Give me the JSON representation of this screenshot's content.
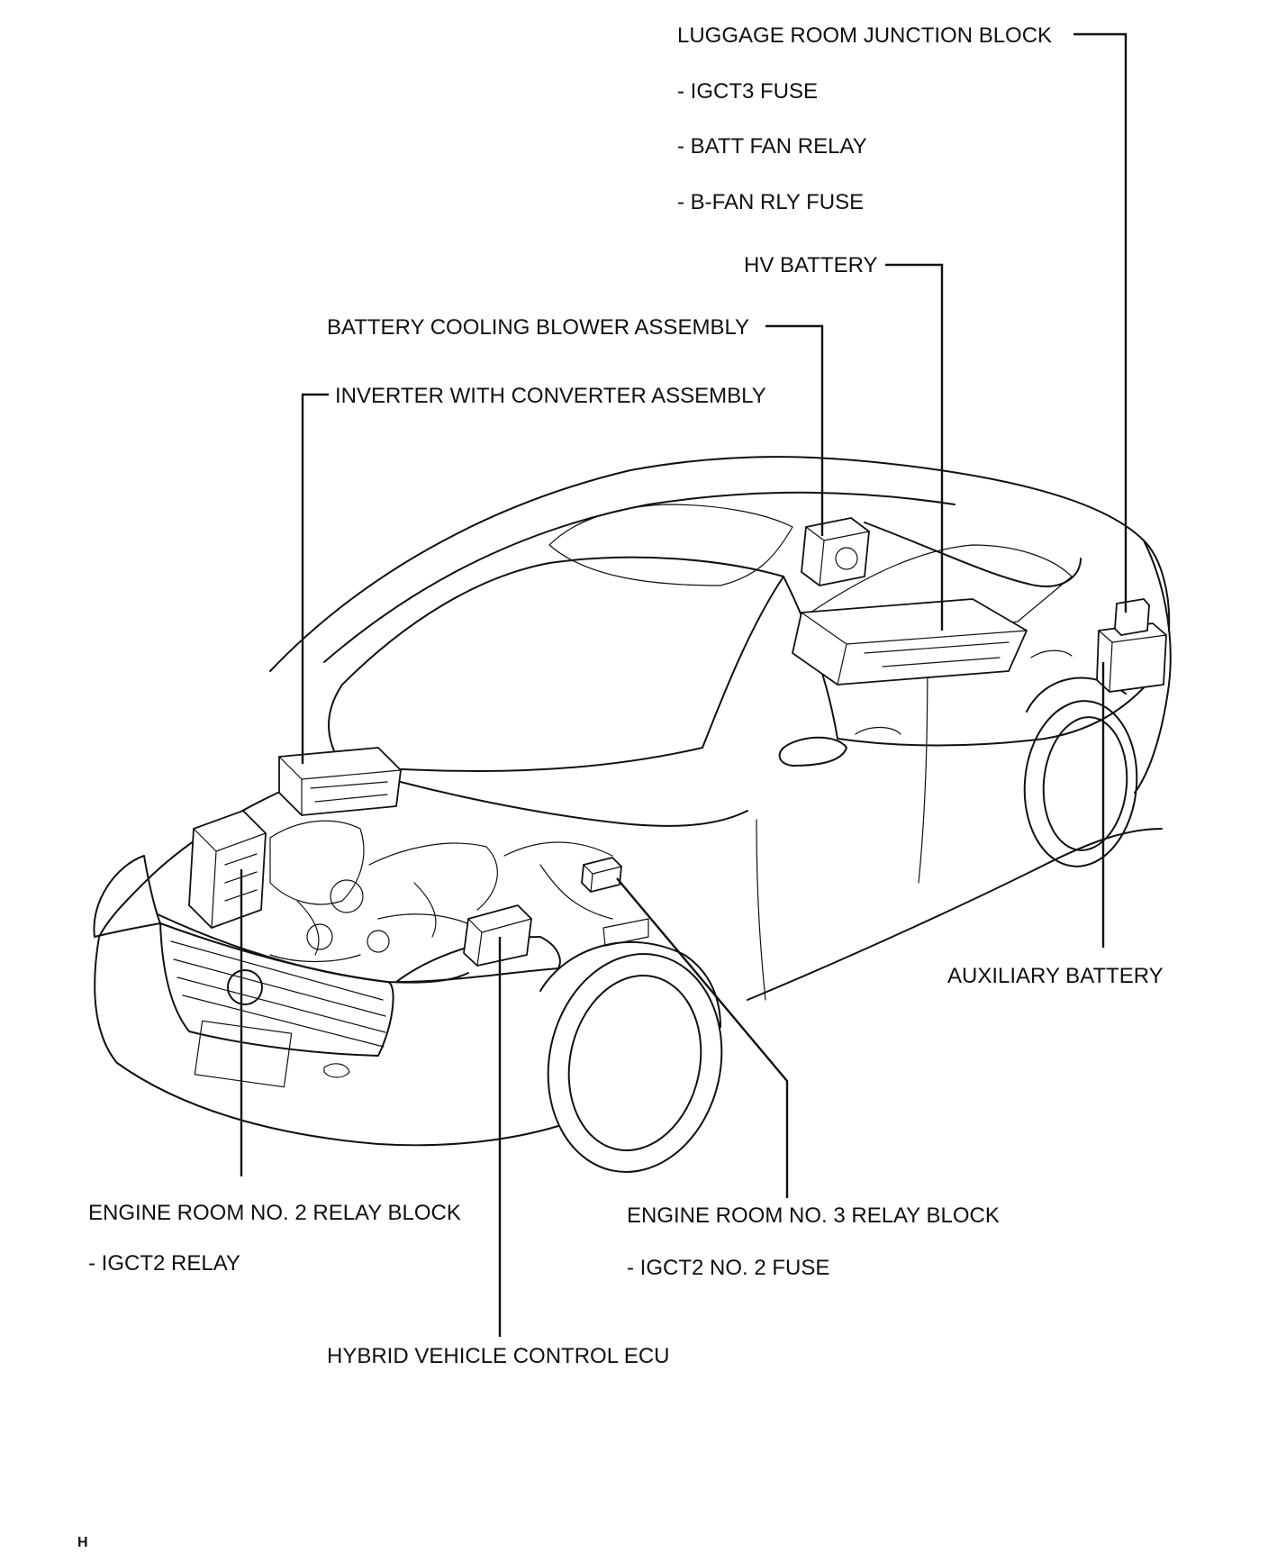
{
  "labels": {
    "luggage_room_junction_block": "LUGGAGE ROOM JUNCTION BLOCK",
    "igct3_fuse": "- IGCT3 FUSE",
    "batt_fan_relay": "- BATT FAN RELAY",
    "b_fan_rly_fuse": "- B-FAN RLY FUSE",
    "hv_battery": "HV BATTERY",
    "battery_cooling_blower_assembly": "BATTERY COOLING BLOWER ASSEMBLY",
    "inverter_with_converter_assembly": "INVERTER WITH CONVERTER ASSEMBLY",
    "auxiliary_battery": "AUXILIARY BATTERY",
    "engine_room_no2_relay_block": "ENGINE ROOM NO. 2 RELAY BLOCK",
    "igct2_relay": "- IGCT2 RELAY",
    "engine_room_no3_relay_block": "ENGINE ROOM NO. 3 RELAY BLOCK",
    "igct2_no2_fuse": "- IGCT2 NO. 2 FUSE",
    "hybrid_vehicle_control_ecu": "HYBRID VEHICLE CONTROL ECU"
  },
  "corner_mark": "H"
}
